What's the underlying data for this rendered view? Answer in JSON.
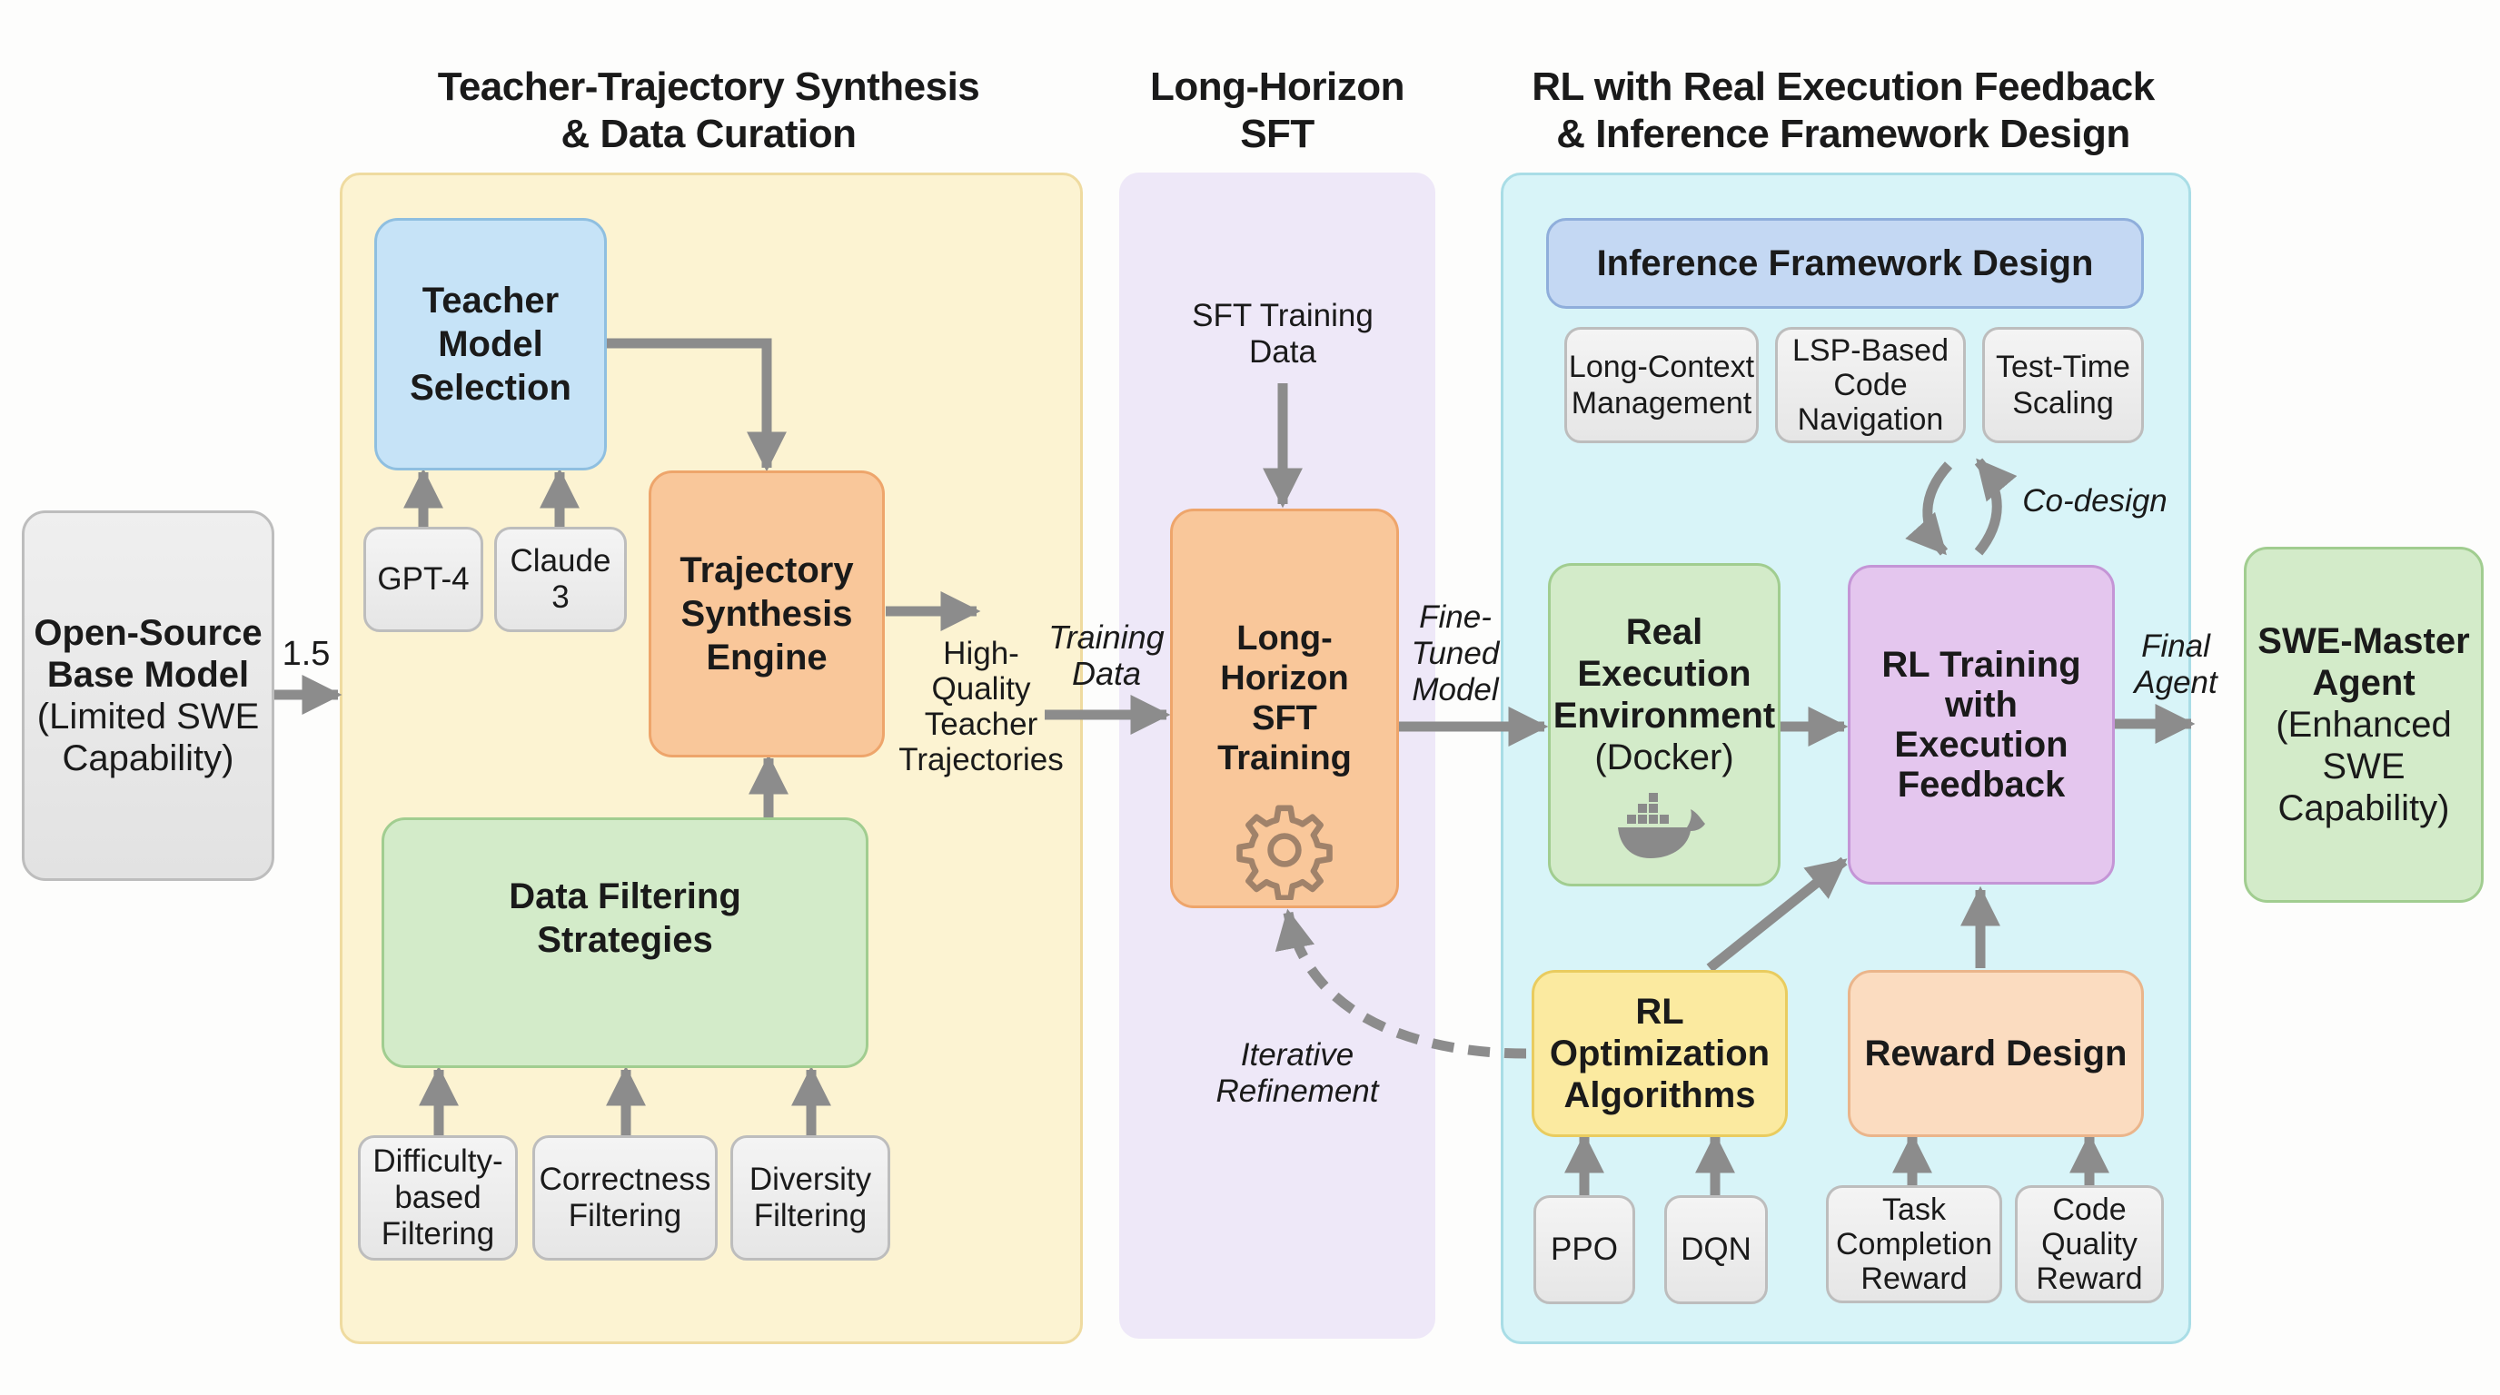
{
  "sections": {
    "teacher": {
      "title_line1": "Teacher-Trajectory Synthesis",
      "title_line2": "& Data Curation"
    },
    "sft": {
      "title_line1": "Long-Horizon",
      "title_line2": "SFT"
    },
    "rl": {
      "title_line1": "RL with Real Execution Feedback",
      "title_line2": "& Inference Framework Design"
    }
  },
  "base_model": {
    "title_line1": "Open-Source",
    "title_line2": "Base Model",
    "sub_line1": "(Limited SWE",
    "sub_line2": "Capability)",
    "arrow_label": "1.5"
  },
  "teacher_selection": {
    "line1": "Teacher",
    "line2": "Model",
    "line3": "Selection"
  },
  "teacher_models": [
    "GPT-4",
    "Claude 3"
  ],
  "trajectory_engine": {
    "line1": "Trajectory",
    "line2": "Synthesis",
    "line3": "Engine"
  },
  "data_filtering": {
    "line1": "Data Filtering",
    "line2": "Strategies"
  },
  "filters": [
    {
      "line1": "Difficulty-",
      "line2": "based",
      "line3": "Filtering"
    },
    {
      "line1": "Correctness",
      "line2": "Filtering"
    },
    {
      "line1": "Diversity",
      "line2": "Filtering"
    }
  ],
  "hq_label": {
    "line1": "High-",
    "line2": "Quality",
    "line3": "Teacher",
    "line4": "Trajectories"
  },
  "training_data_label": {
    "line1": "Training",
    "line2": "Data"
  },
  "sft_data_label": {
    "line1": "SFT Training",
    "line2": "Data"
  },
  "sft_training": {
    "line1": "Long-Horizon",
    "line2": "SFT",
    "line3": "Training",
    "icon": "gear-icon"
  },
  "fine_tuned_label": {
    "line1": "Fine-",
    "line2": "Tuned",
    "line3": "Model"
  },
  "iterative_label": {
    "line1": "Iterative",
    "line2": "Refinement"
  },
  "inference_framework": {
    "title": "Inference Framework Design"
  },
  "inference_items": [
    {
      "line1": "Long-Context",
      "line2": "Management"
    },
    {
      "line1": "LSP-Based",
      "line2": "Code",
      "line3": "Navigation"
    },
    {
      "line1": "Test-Time",
      "line2": "Scaling"
    }
  ],
  "codesign_label": "Co-design",
  "real_env": {
    "line1": "Real",
    "line2": "Execution",
    "line3": "Environment",
    "line4": "(Docker)",
    "icon": "docker-icon"
  },
  "rl_training": {
    "line1": "RL Training",
    "line2": "with",
    "line3": "Execution",
    "line4": "Feedback"
  },
  "rl_optimization": {
    "line1": "RL",
    "line2": "Optimization",
    "line3": "Algorithms"
  },
  "rl_algorithms": [
    "PPO",
    "DQN"
  ],
  "reward_design": {
    "title": "Reward Design"
  },
  "rewards": [
    {
      "line1": "Task",
      "line2": "Completion",
      "line3": "Reward"
    },
    {
      "line1": "Code",
      "line2": "Quality",
      "line3": "Reward"
    }
  ],
  "final_agent_label": {
    "line1": "Final",
    "line2": "Agent"
  },
  "swe_master": {
    "line1": "SWE-Master",
    "line2": "Agent",
    "sub1": "(Enhanced",
    "sub2": "SWE",
    "sub3": "Capability)"
  },
  "colors": {
    "teacher_panel": "#fcf3d2",
    "sft_panel": "#eee8f8",
    "rl_panel": "#d8f4f8",
    "blue": "#c6e3f7",
    "orange": "#f9c79a",
    "green": "#d3ebc9",
    "purple": "#e4c6ee",
    "yellow": "#fbeaa0",
    "peach": "#fbdcc0",
    "indigo": "#c4d8f3",
    "arrow": "#8c8c8c"
  }
}
